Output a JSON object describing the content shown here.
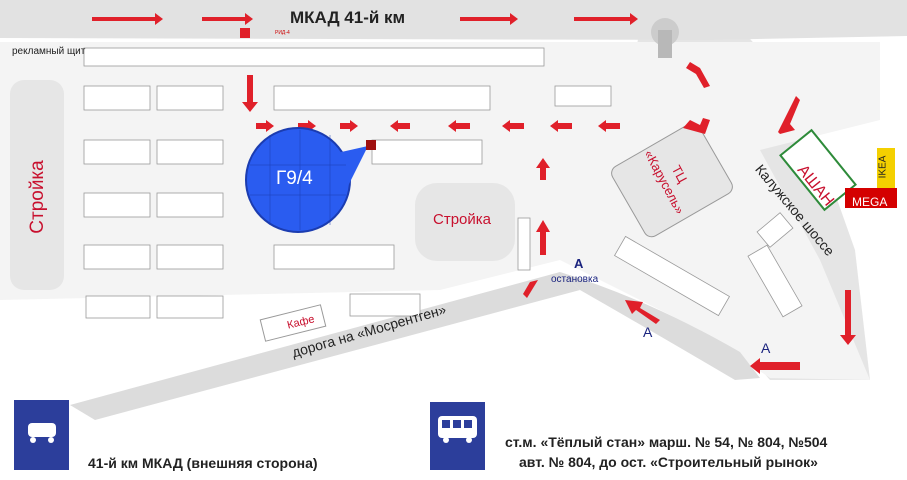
{
  "map": {
    "road_title": "МКАД 41-й км",
    "ring_marker": "РИД-4",
    "billboard": "рекламный щит",
    "construction_left": "Стройка",
    "construction_center": "Стройка",
    "mall_line1": "ТЦ",
    "mall_line2": "«Карусель»",
    "target_marker": "Г9/4",
    "highway": "Калужское шоссе",
    "auchan": "АШАН",
    "ikea": "IKEA",
    "mega": "MEGA",
    "cafe": "Кафе",
    "side_road": "дорога на «Мосрентген»",
    "stop_letter_1": "A",
    "stop_label": "остановка",
    "stop_letter_2": "A",
    "stop_letter_3": "A"
  },
  "legend": {
    "car_icon": "car-icon",
    "bus_icon": "bus-icon",
    "car_text": "41-й км МКАД (внешняя сторона)",
    "bus_line1": "ст.м. «Тёплый стан» марш. № 54, № 804, №504",
    "bus_line2": "авт. № 804,  до ост. «Строительный рынок»"
  },
  "colors": {
    "road": "#e2e2e2",
    "arrow": "#e0202a",
    "marker": "#2a5cf0",
    "sign_blue": "#2c3e9b",
    "accent_red": "#c8102e"
  }
}
